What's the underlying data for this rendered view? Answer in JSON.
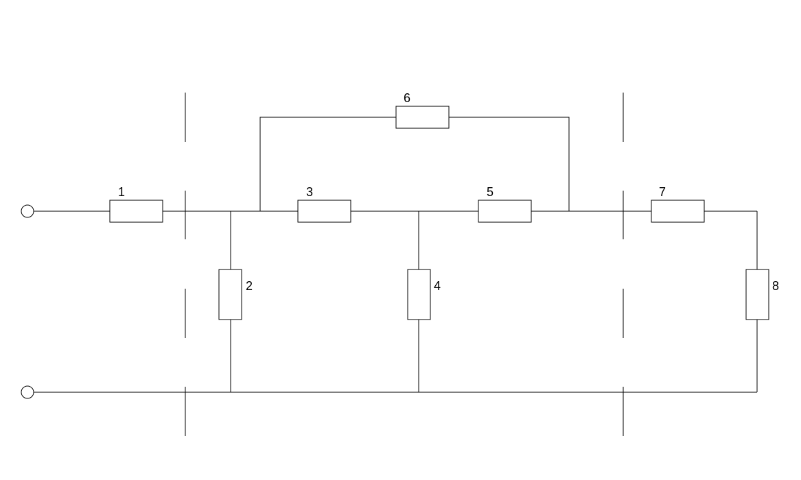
{
  "diagram": {
    "components": [
      {
        "id": "r1",
        "label": "1"
      },
      {
        "id": "r2",
        "label": "2"
      },
      {
        "id": "r3",
        "label": "3"
      },
      {
        "id": "r4",
        "label": "4"
      },
      {
        "id": "r5",
        "label": "5"
      },
      {
        "id": "r6",
        "label": "6"
      },
      {
        "id": "r7",
        "label": "7"
      },
      {
        "id": "r8",
        "label": "8"
      }
    ],
    "colors": {
      "line": "#000000",
      "background": "#ffffff"
    }
  }
}
